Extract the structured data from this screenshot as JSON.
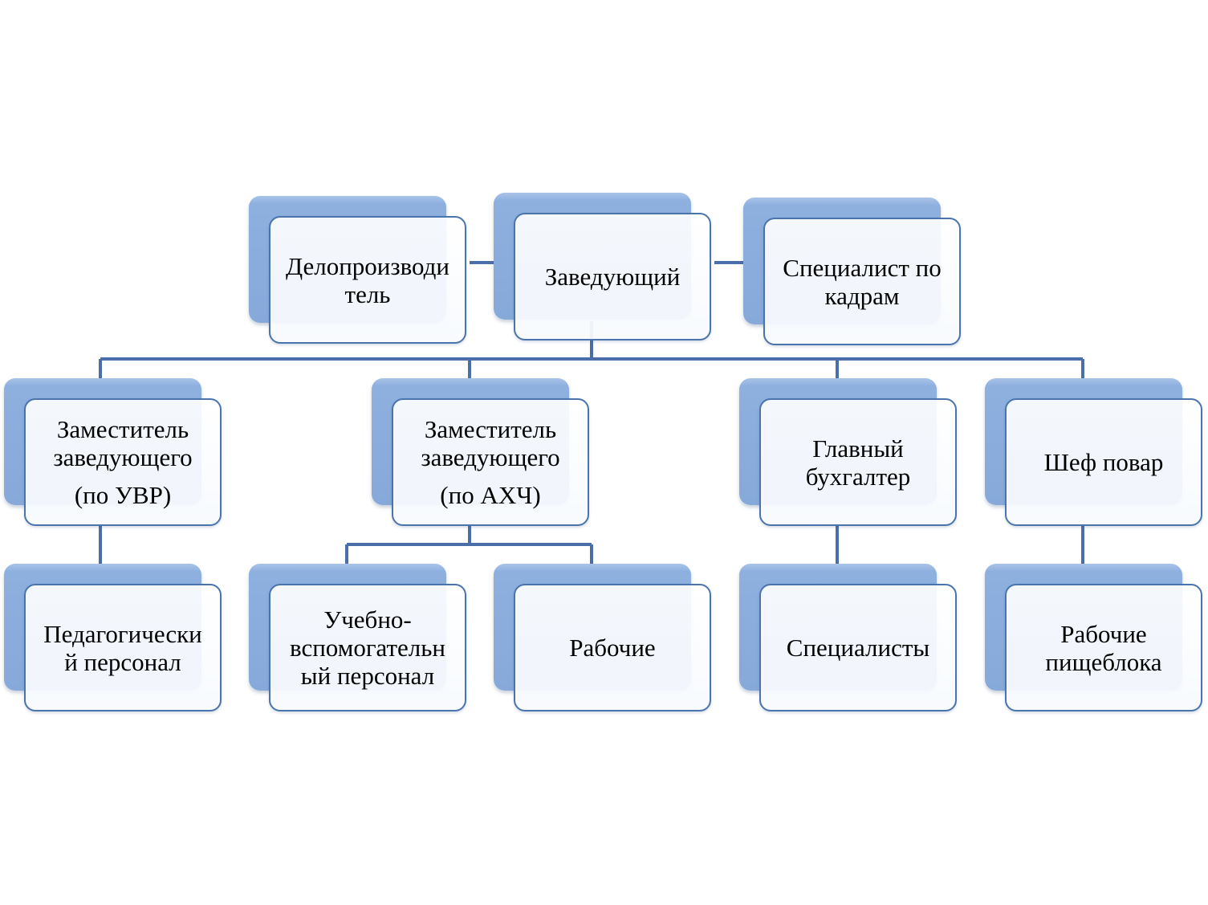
{
  "nodes": {
    "clerk": {
      "lines": [
        "Делопроизводи",
        "тель"
      ]
    },
    "head": {
      "lines": [
        "Заведующий"
      ]
    },
    "hr": {
      "lines": [
        "Специалист по",
        "кадрам"
      ]
    },
    "deputy_uvr": {
      "lines": [
        "Заместитель",
        "заведующего"
      ],
      "sub": "(по УВР)"
    },
    "deputy_ahch": {
      "lines": [
        "Заместитель",
        "заведующего"
      ],
      "sub": "(по АХЧ)"
    },
    "chief_accountant": {
      "lines": [
        "Главный",
        "бухгалтер"
      ]
    },
    "chef": {
      "lines": [
        "Шеф повар"
      ]
    },
    "teaching_staff": {
      "lines": [
        "Педагогически",
        "й персонал"
      ]
    },
    "support_staff": {
      "lines": [
        "Учебно-",
        "вспомогательн",
        "ый персонал"
      ]
    },
    "workers": {
      "lines": [
        "Рабочие"
      ]
    },
    "specialists": {
      "lines": [
        "Специалисты"
      ]
    },
    "kitchen_workers": {
      "lines": [
        "Рабочие",
        "пищеблока"
      ]
    }
  },
  "colors": {
    "connector": "#4a6fa8",
    "box_border": "#4b74ad",
    "box_shadow": "#8eb0df"
  }
}
